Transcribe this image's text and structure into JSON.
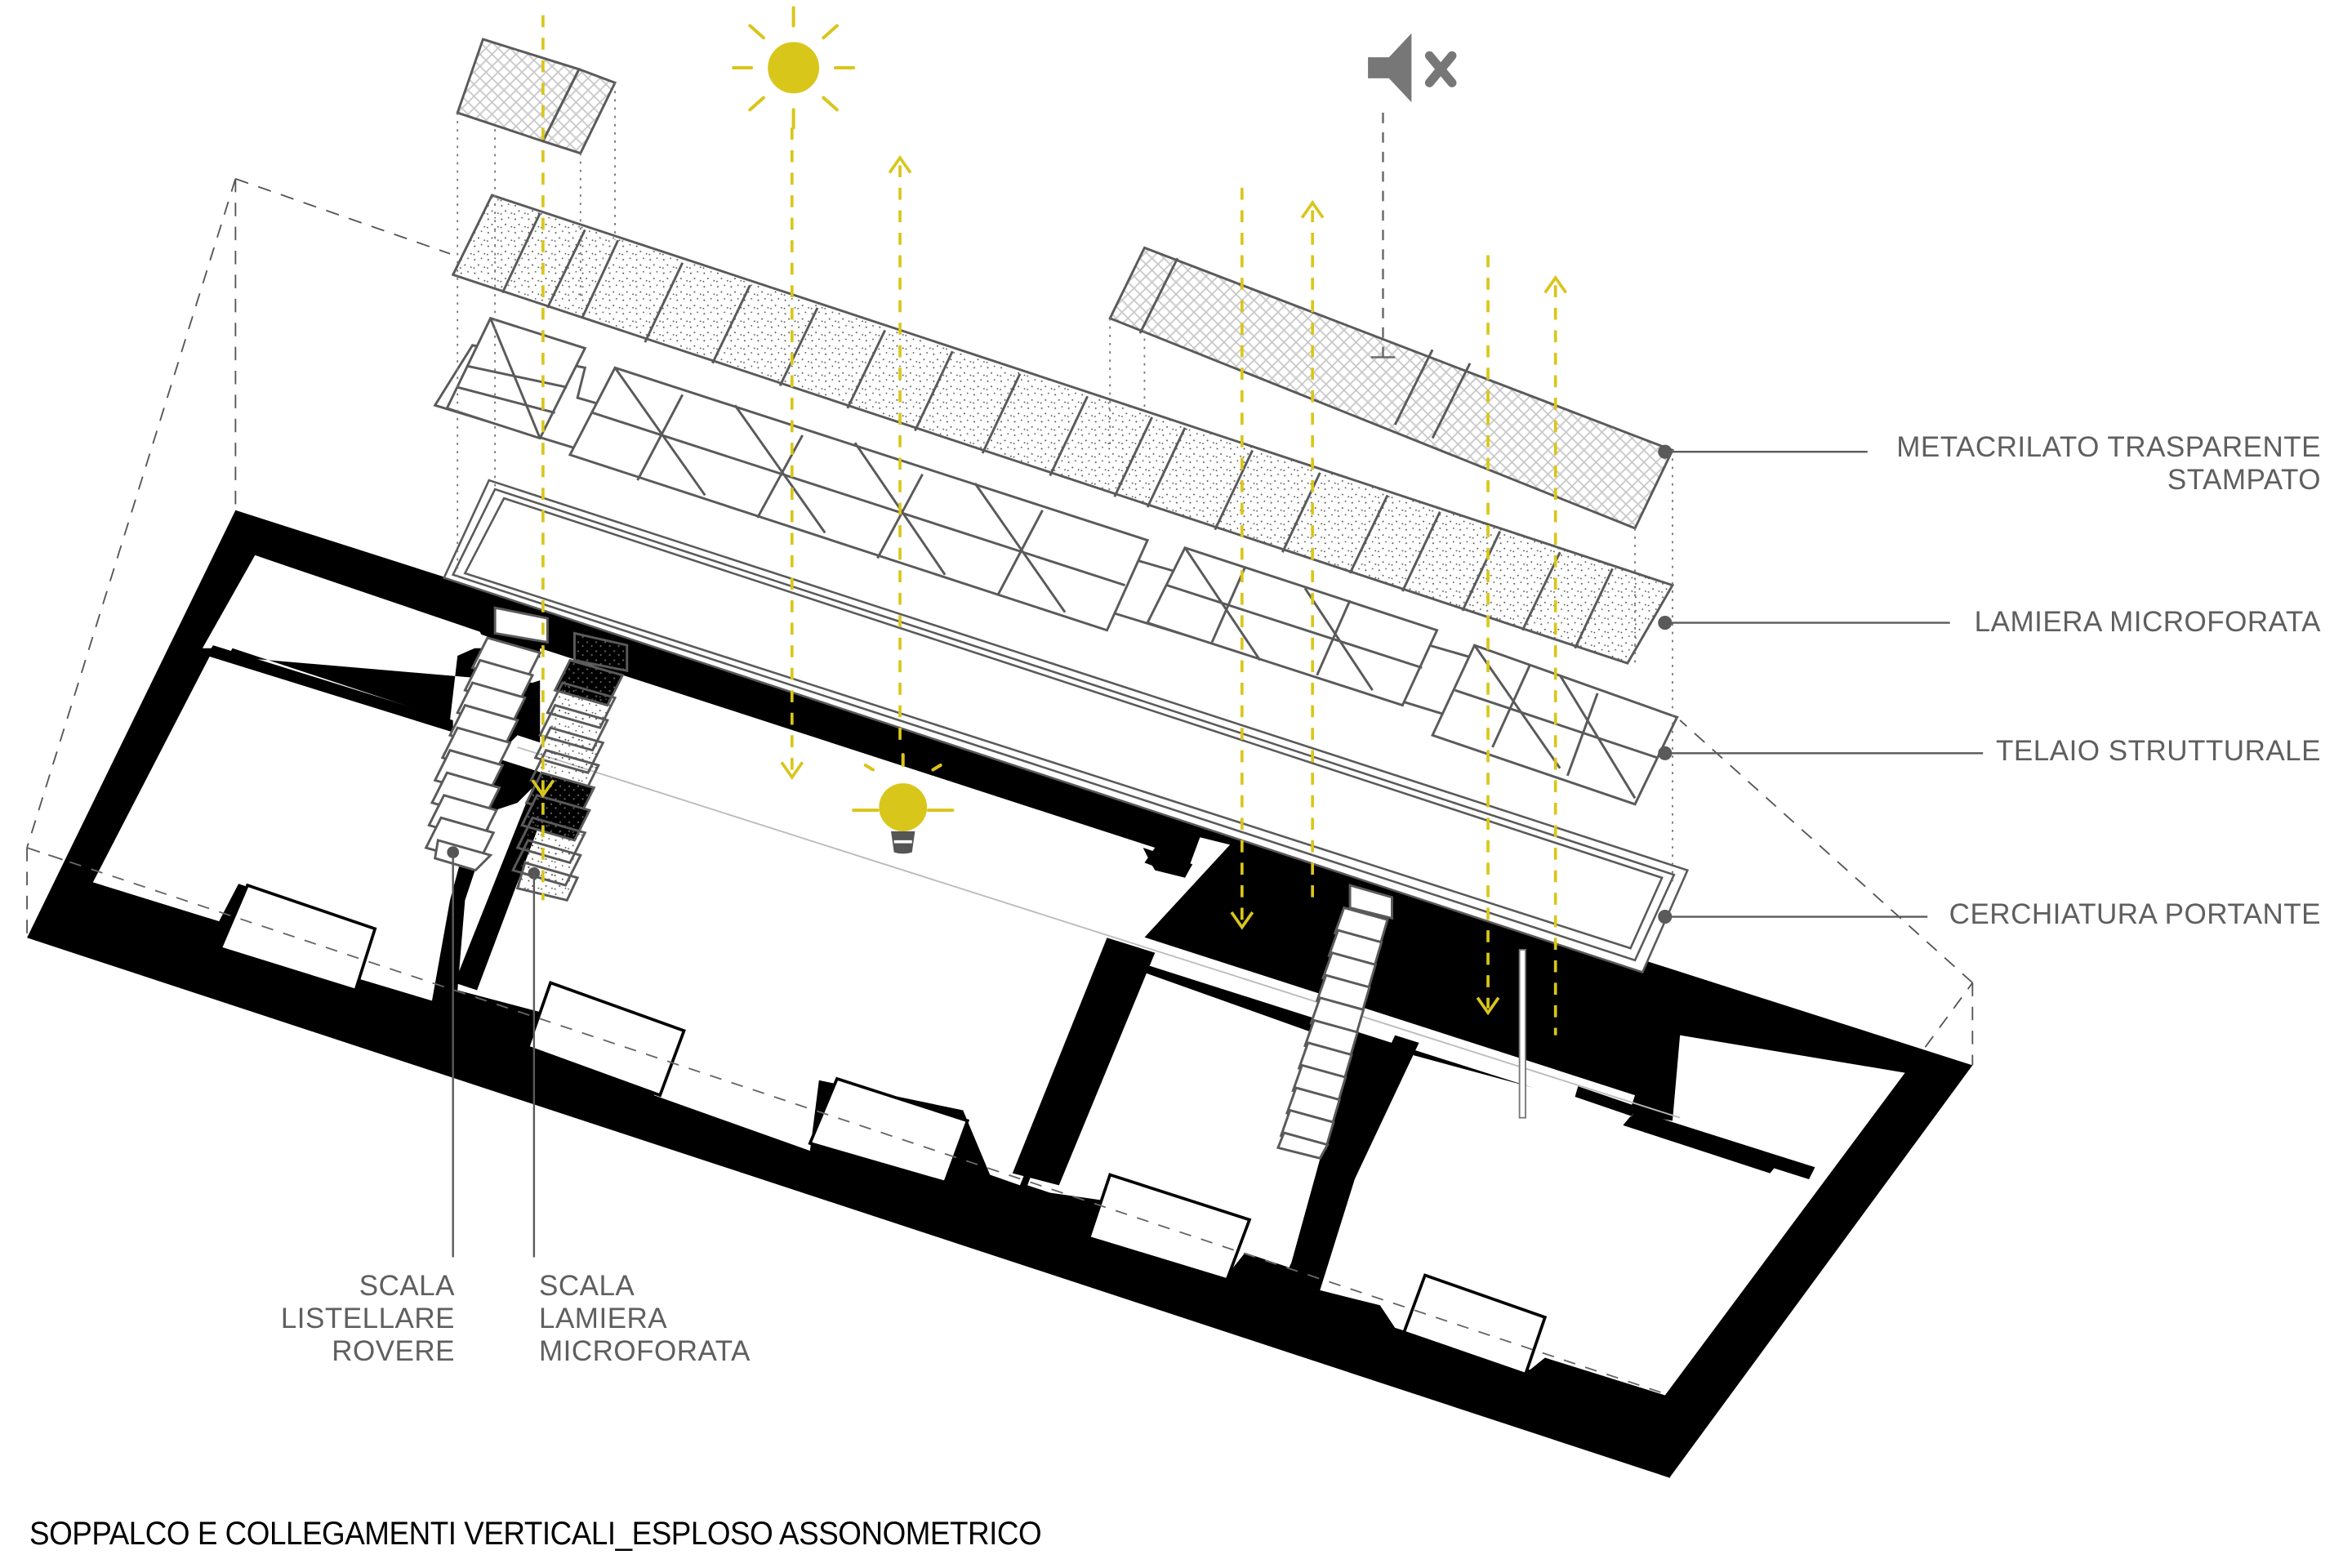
{
  "title": "SOPPALCO E COLLEGAMENTI VERTICALI_ESPLOSO ASSONOMETRICO",
  "layers": [
    {
      "id": "metacrilato",
      "label_lines": [
        "METACRILATO TRASPARENTE",
        "STAMPATO"
      ]
    },
    {
      "id": "lamiera",
      "label_lines": [
        "LAMIERA MICROFORATA"
      ]
    },
    {
      "id": "telaio",
      "label_lines": [
        "TELAIO STRUTTURALE"
      ]
    },
    {
      "id": "cerchiatura",
      "label_lines": [
        "CERCHIATURA PORTANTE"
      ]
    }
  ],
  "stairs": [
    {
      "id": "scala-listellare",
      "label_lines": [
        "SCALA",
        "LISTELLARE",
        "ROVERE"
      ]
    },
    {
      "id": "scala-lamiera",
      "label_lines": [
        "SCALA",
        "LAMIERA",
        "MICROFORATA"
      ]
    }
  ],
  "icons": {
    "sun": "sun-icon",
    "mute": "speaker-muted-icon",
    "bulb": "light-bulb-icon"
  },
  "colors": {
    "accent_yellow": "#D9C61B",
    "line_gray": "#5a5a5a",
    "wall_black": "#000000",
    "label_gray": "#5f5f5f",
    "mesh_gray": "#c8c8c8"
  }
}
